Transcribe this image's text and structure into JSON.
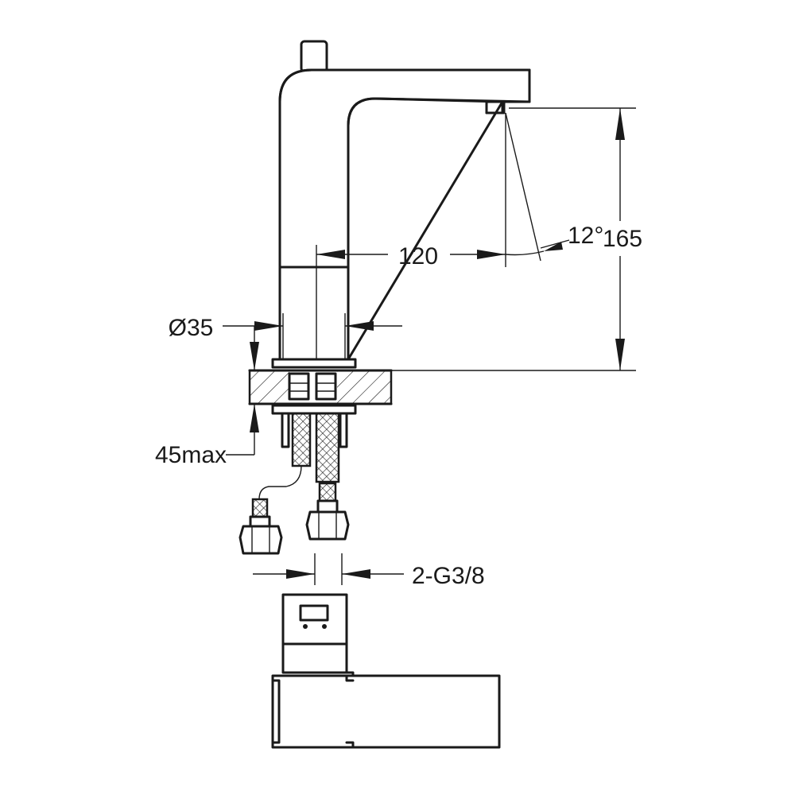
{
  "drawing": {
    "dimensions": {
      "spout_reach": "120",
      "spout_angle": "12°",
      "outlet_height": "165",
      "body_diameter": "Ø35",
      "max_deck_thickness": "45max",
      "hose_connections": "2-G3/8"
    }
  }
}
